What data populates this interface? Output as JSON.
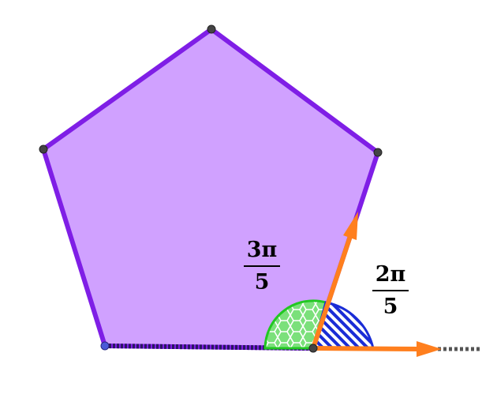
{
  "diagram": {
    "colors": {
      "polygon_fill": "#d0a1ff",
      "polygon_stroke": "#7f1ee6",
      "vertex_dot": "#444444",
      "base_vertex_dot": "#4a5ad8",
      "arrow": "#ff7f1e",
      "interior_angle_fill": "#21c821",
      "exterior_angle_fill": "#1a2cd6",
      "extension_line": "#555555"
    },
    "angle_labels": [
      {
        "numerator": "3π",
        "denominator": "5"
      },
      {
        "numerator": "2π",
        "denominator": "5"
      }
    ]
  }
}
